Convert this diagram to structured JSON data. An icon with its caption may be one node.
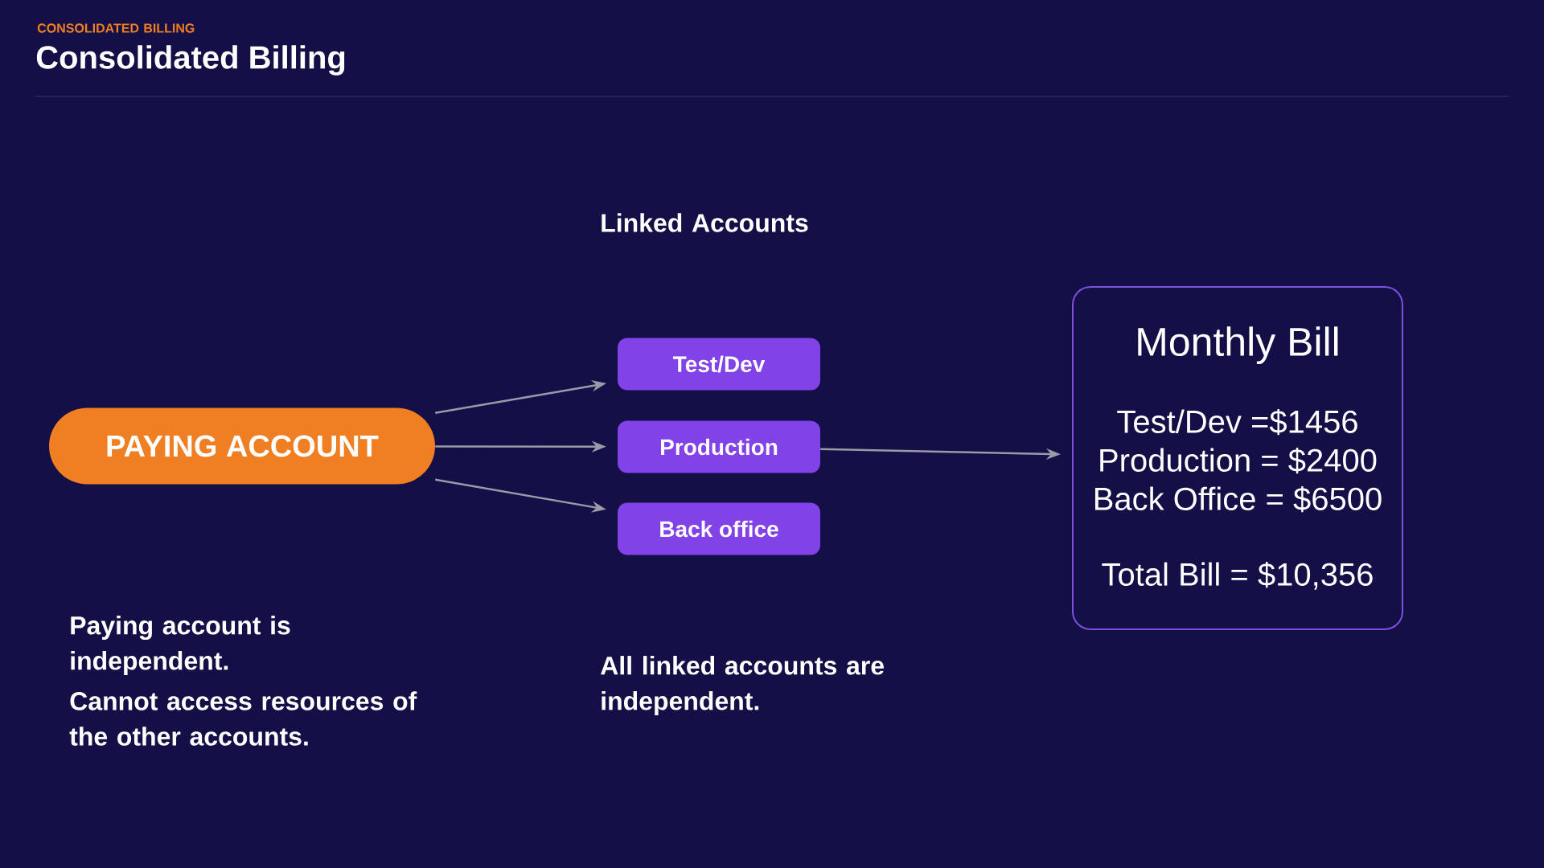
{
  "diagram": {
    "title": "Consolidated Billing",
    "nodes": [
      {
        "text": [
          "PAYING ACCOUNT"
        ]
      },
      {
        "text": [
          "Test/Dev"
        ]
      },
      {
        "text": [
          "Production"
        ]
      },
      {
        "text": [
          "Back office"
        ]
      },
      {
        "text": [
          "Monthly Bill",
          "Test/Dev =$1456",
          "Production = $2400",
          "Back Office = $6500",
          "Total Bill = $10,356"
        ]
      }
    ],
    "edges": [
      {
        "from": 0,
        "to": 1,
        "arrow": "to"
      },
      {
        "from": 0,
        "to": 2,
        "arrow": "to"
      },
      {
        "from": 0,
        "to": 3,
        "arrow": "to"
      },
      {
        "from": 2,
        "to": 4,
        "arrow": "to"
      }
    ],
    "labels": [
      "CONSOLIDATED BILLING",
      "Linked Accounts",
      "Paying account is independent.",
      "Cannot access resources of the other accounts.",
      "All linked accounts are independent."
    ]
  }
}
